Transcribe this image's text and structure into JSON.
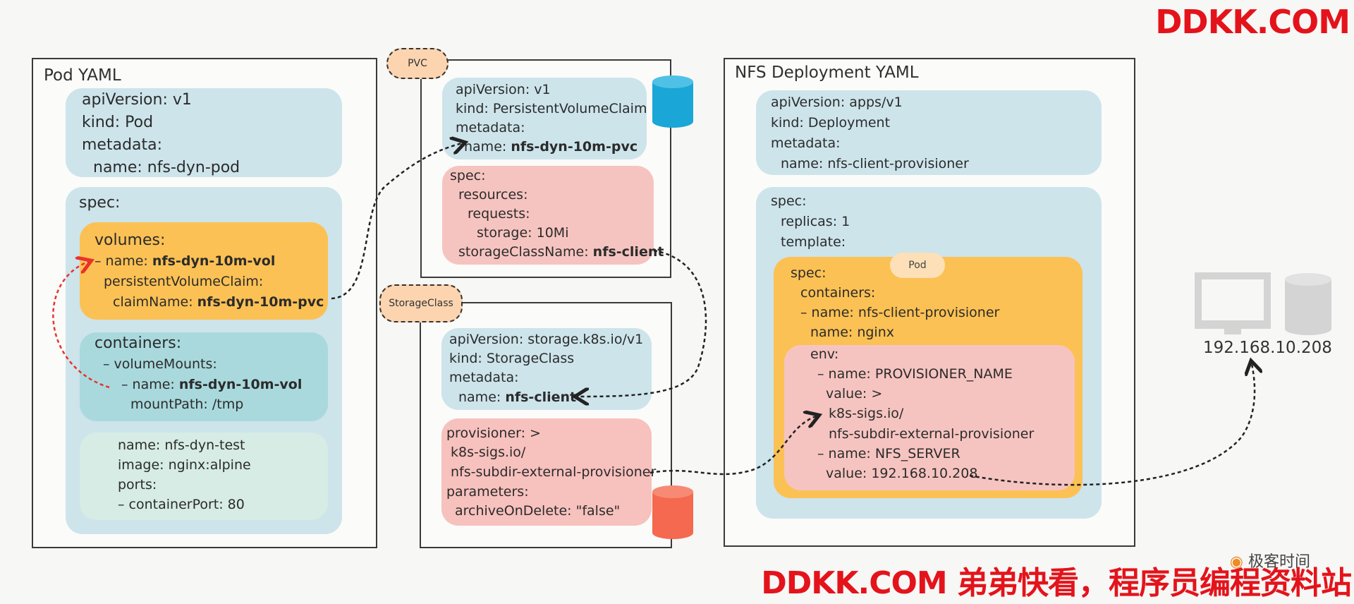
{
  "watermark": {
    "top": "DDKK.COM",
    "bottom": "DDKK.COM 弟弟快看，程序员编程资料站",
    "logo_text": "极客时间"
  },
  "pod_yaml": {
    "title": "Pod YAML",
    "meta": {
      "l1": "apiVersion: v1",
      "l2": "kind: Pod",
      "l3": "metadata:",
      "l4": "name: nfs-dyn-pod"
    },
    "spec_label": "spec:",
    "volumes": {
      "label": "volumes:",
      "name_key": "– name: ",
      "name_val": "nfs-dyn-10m-vol",
      "pvc_key": "persistentVolumeClaim:",
      "claim_key": "claimName: ",
      "claim_val": "nfs-dyn-10m-pvc"
    },
    "containers": {
      "label": "containers:",
      "mounts": "– volumeMounts:",
      "name_key": "– name: ",
      "name_val": "nfs-dyn-10m-vol",
      "mount_path": "mountPath: /tmp"
    },
    "container_details": {
      "l1": "name: nfs-dyn-test",
      "l2": "image: nginx:alpine",
      "l3": "ports:",
      "l4": "– containerPort: 80"
    }
  },
  "pvc": {
    "tag": "PVC",
    "meta": {
      "l1": "apiVersion: v1",
      "l2": "kind: PersistentVolumeClaim",
      "l3": "metadata:",
      "name_key": "name: ",
      "name_val": "nfs-dyn-10m-pvc"
    },
    "spec": {
      "l1": "spec:",
      "l2": "resources:",
      "l3": "requests:",
      "l4": "storage: 10Mi",
      "sc_key": "storageClassName: ",
      "sc_val": "nfs-client"
    }
  },
  "storage_class": {
    "tag": "StorageClass",
    "meta": {
      "l1": "apiVersion: storage.k8s.io/v1",
      "l2": "kind: StorageClass",
      "l3": "metadata:",
      "name_key": "name: ",
      "name_val": "nfs-client"
    },
    "spec": {
      "l1": "provisioner: >",
      "l2": "k8s-sigs.io/",
      "l3": "nfs-subdir-external-provisioner",
      "l4": "parameters:",
      "l5": "archiveOnDelete: \"false\""
    }
  },
  "nfs_deploy": {
    "title": "NFS Deployment YAML",
    "meta": {
      "l1": "apiVersion: apps/v1",
      "l2": "kind: Deployment",
      "l3": "metadata:",
      "l4": "name: nfs-client-provisioner"
    },
    "spec": {
      "l1": "spec:",
      "l2": "replicas: 1",
      "l3": "template:"
    },
    "pod_tag": "Pod",
    "pod_spec": {
      "l1": "spec:",
      "l2": "containers:",
      "l3": "– name: nfs-client-provisioner",
      "l4": "name: nginx"
    },
    "env": {
      "l1": "env:",
      "l2": "– name: PROVISIONER_NAME",
      "l3": "value: >",
      "l4": "k8s-sigs.io/",
      "l5": "nfs-subdir-external-provisioner",
      "l6": "– name: NFS_SERVER",
      "l7": "value: 192.168.10.208"
    }
  },
  "server": {
    "ip": "192.168.10.208"
  },
  "colors": {
    "blue_cylinder": "#1aa6d6",
    "red_cylinder": "#f4694f",
    "gray_cylinder": "#d4d4d4",
    "arrow_red": "#e8322b",
    "arrow_dark": "#222222"
  }
}
